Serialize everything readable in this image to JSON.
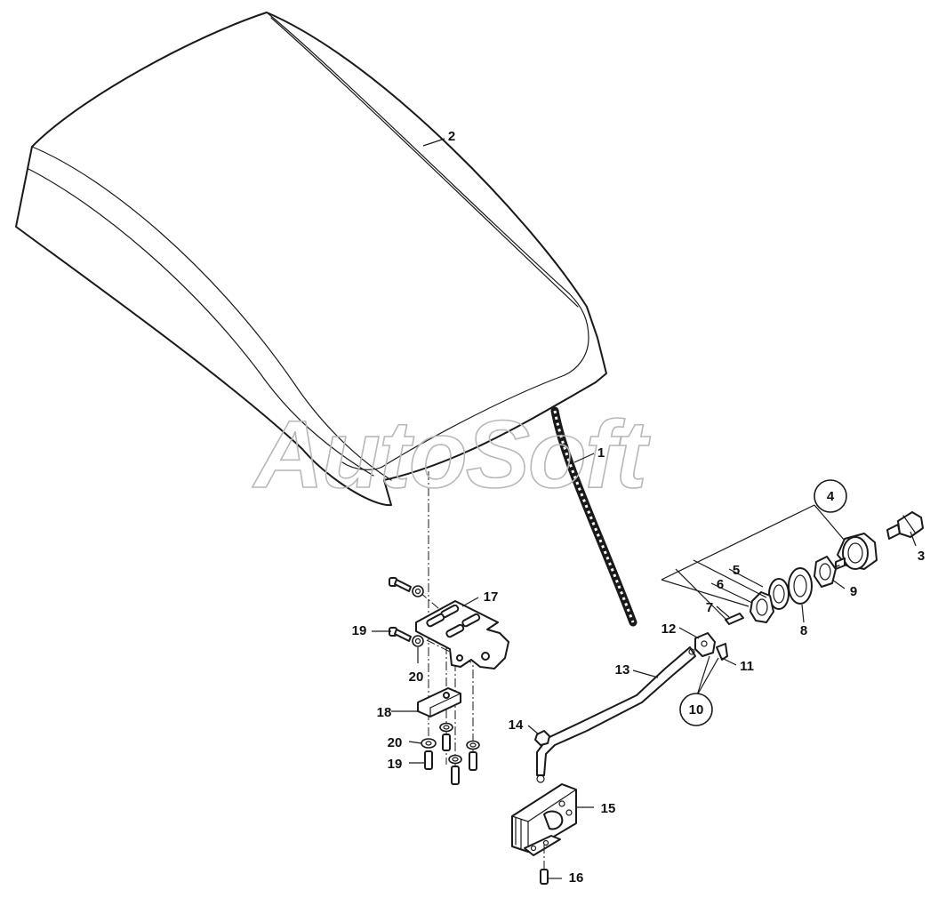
{
  "watermark": "AutoSoft",
  "callouts": {
    "c1": "1",
    "c2": "2",
    "c3": "3",
    "c4": "4",
    "c5": "5",
    "c6": "6",
    "c7": "7",
    "c8": "8",
    "c9": "9",
    "c10": "10",
    "c11": "11",
    "c12": "12",
    "c13": "13",
    "c14": "14",
    "c15": "15",
    "c16": "16",
    "c17": "17",
    "c18": "18",
    "c19a": "19",
    "c19b": "19",
    "c20a": "20",
    "c20b": "20"
  },
  "colors": {
    "line": "#1a1a1a",
    "watermark": "#b8b8b8",
    "background": "#ffffff"
  }
}
